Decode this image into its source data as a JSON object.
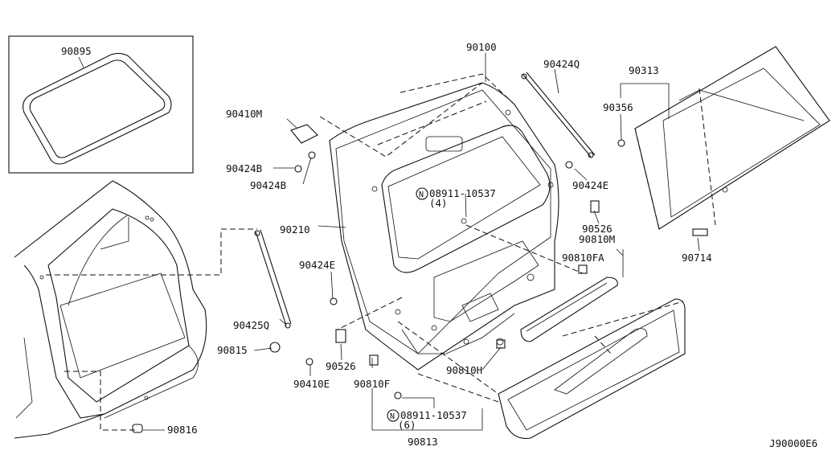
{
  "diagram_code": "J90000E6",
  "inset_part": "90895",
  "parts": {
    "p90100": "90100",
    "p90424Q": "90424Q",
    "p90313": "90313",
    "p90356": "90356",
    "p90410M": "90410M",
    "p90424B_1": "90424B",
    "p90424B_2": "90424B",
    "p08911_4": "08911-10537",
    "p08911_4_qty": "(4)",
    "p90424E_1": "90424E",
    "p90210": "90210",
    "p90526_1": "90526",
    "p90810M": "90810M",
    "p90810FA": "90810FA",
    "p90714": "90714",
    "p90424E_2": "90424E",
    "p90425Q": "90425Q",
    "p90815": "90815",
    "p90526_2": "90526",
    "p90810H": "90810H",
    "p90410E": "90410E",
    "p90810F": "90810F",
    "p08911_6": "08911-10537",
    "p08911_6_qty": "(6)",
    "p90813": "90813",
    "p90816": "90816"
  },
  "nut_symbol": "N"
}
